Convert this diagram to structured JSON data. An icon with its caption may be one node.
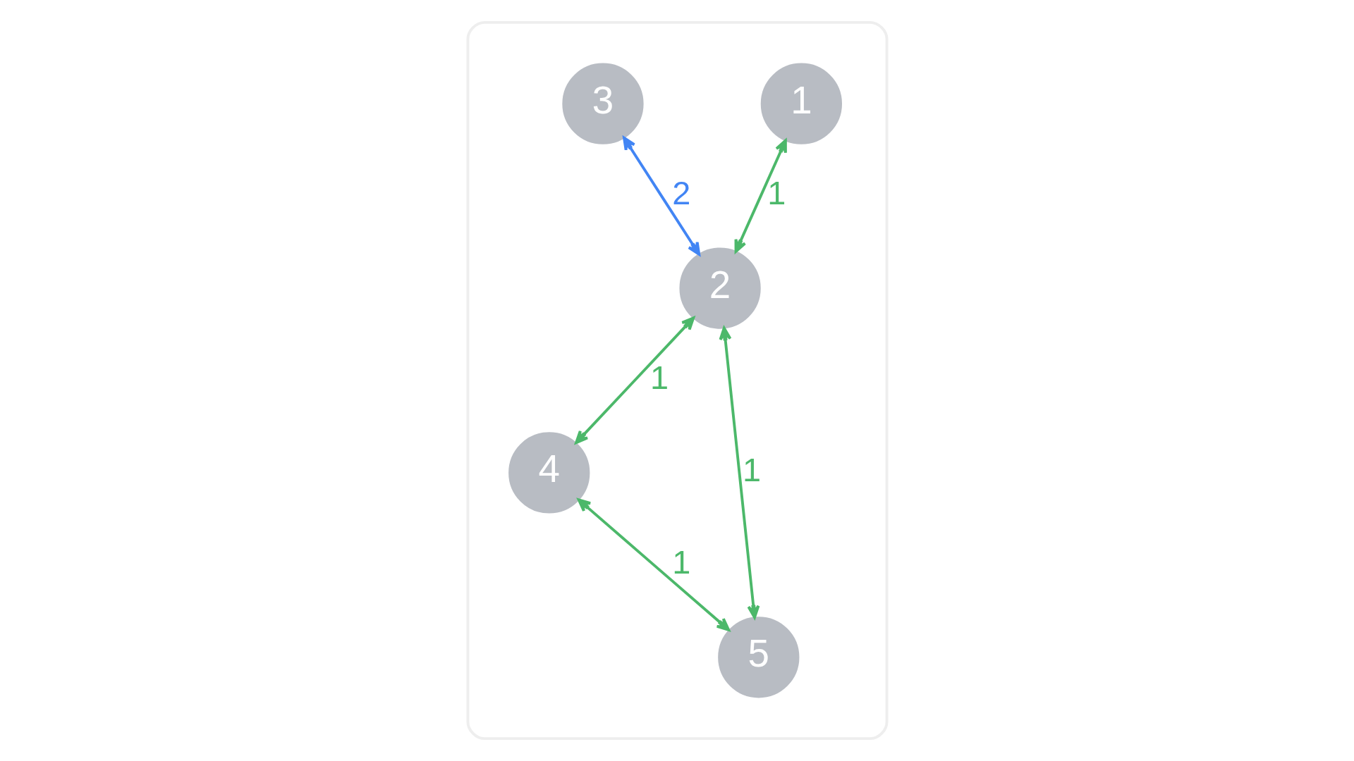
{
  "diagram": {
    "nodes": [
      {
        "text": [],
        "shape": "box"
      },
      {
        "text": [
          "1"
        ],
        "in": 0
      },
      {
        "text": [
          "2"
        ],
        "in": 0
      },
      {
        "text": [
          "3"
        ],
        "in": 0
      },
      {
        "text": [
          "4"
        ],
        "in": 0
      },
      {
        "text": [
          "5"
        ],
        "in": 0
      }
    ],
    "edges": [
      {
        "from": 1,
        "to": 2,
        "arrow": "both",
        "label": "1"
      },
      {
        "from": 3,
        "to": 2,
        "arrow": "both",
        "label": "2",
        "color": "#4285f4"
      },
      {
        "from": 2,
        "to": 4,
        "arrow": "both",
        "label": "1"
      },
      {
        "from": 2,
        "to": 5,
        "arrow": "both",
        "label": "1"
      },
      {
        "from": 4,
        "to": 5,
        "arrow": "both",
        "label": "1"
      }
    ]
  }
}
